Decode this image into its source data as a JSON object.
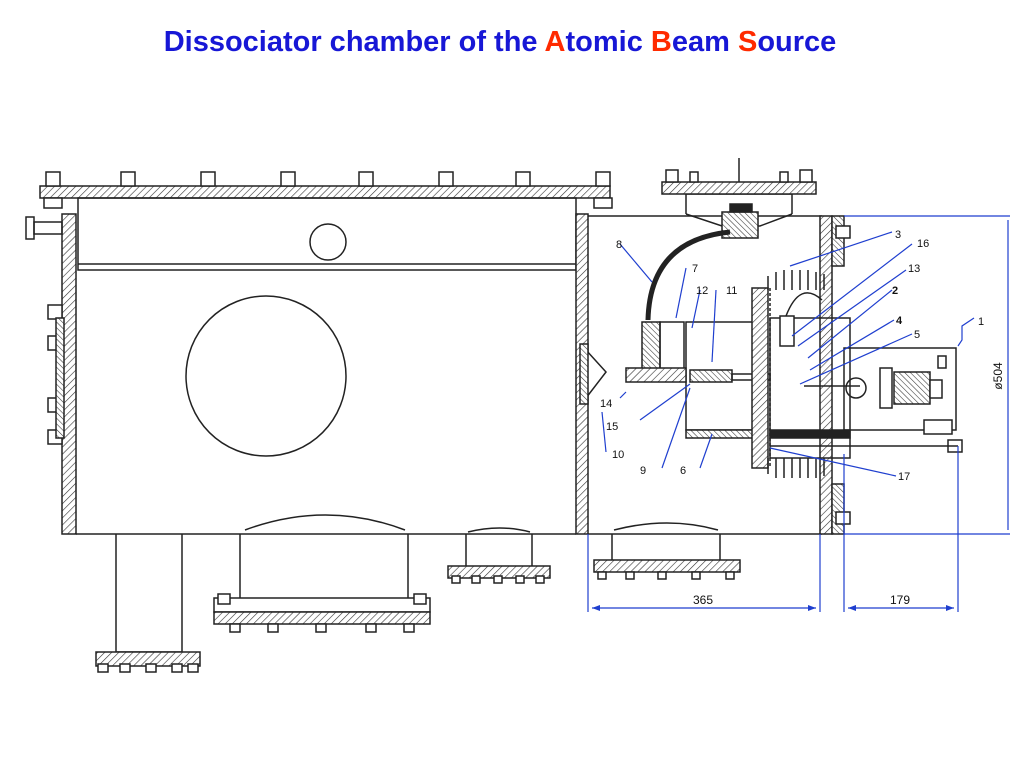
{
  "title": {
    "segments": [
      {
        "text": "Dissociator chamber of the ",
        "accent": false
      },
      {
        "text": "A",
        "accent": true
      },
      {
        "text": "tomic ",
        "accent": false
      },
      {
        "text": "B",
        "accent": true
      },
      {
        "text": "eam ",
        "accent": false
      },
      {
        "text": "S",
        "accent": true
      },
      {
        "text": "ource",
        "accent": false
      }
    ]
  },
  "colors": {
    "title": "#1717d6",
    "accent": "#ff2a00",
    "dimension_lines": "#1f3fcf",
    "drawing": "#222222"
  },
  "callouts": [
    "1",
    "2",
    "3",
    "4",
    "5",
    "6",
    "7",
    "8",
    "9",
    "10",
    "11",
    "12",
    "13",
    "14",
    "15",
    "16",
    "17"
  ],
  "dimensions": {
    "width_left": "365",
    "width_right": "179",
    "diameter": "ø504"
  }
}
